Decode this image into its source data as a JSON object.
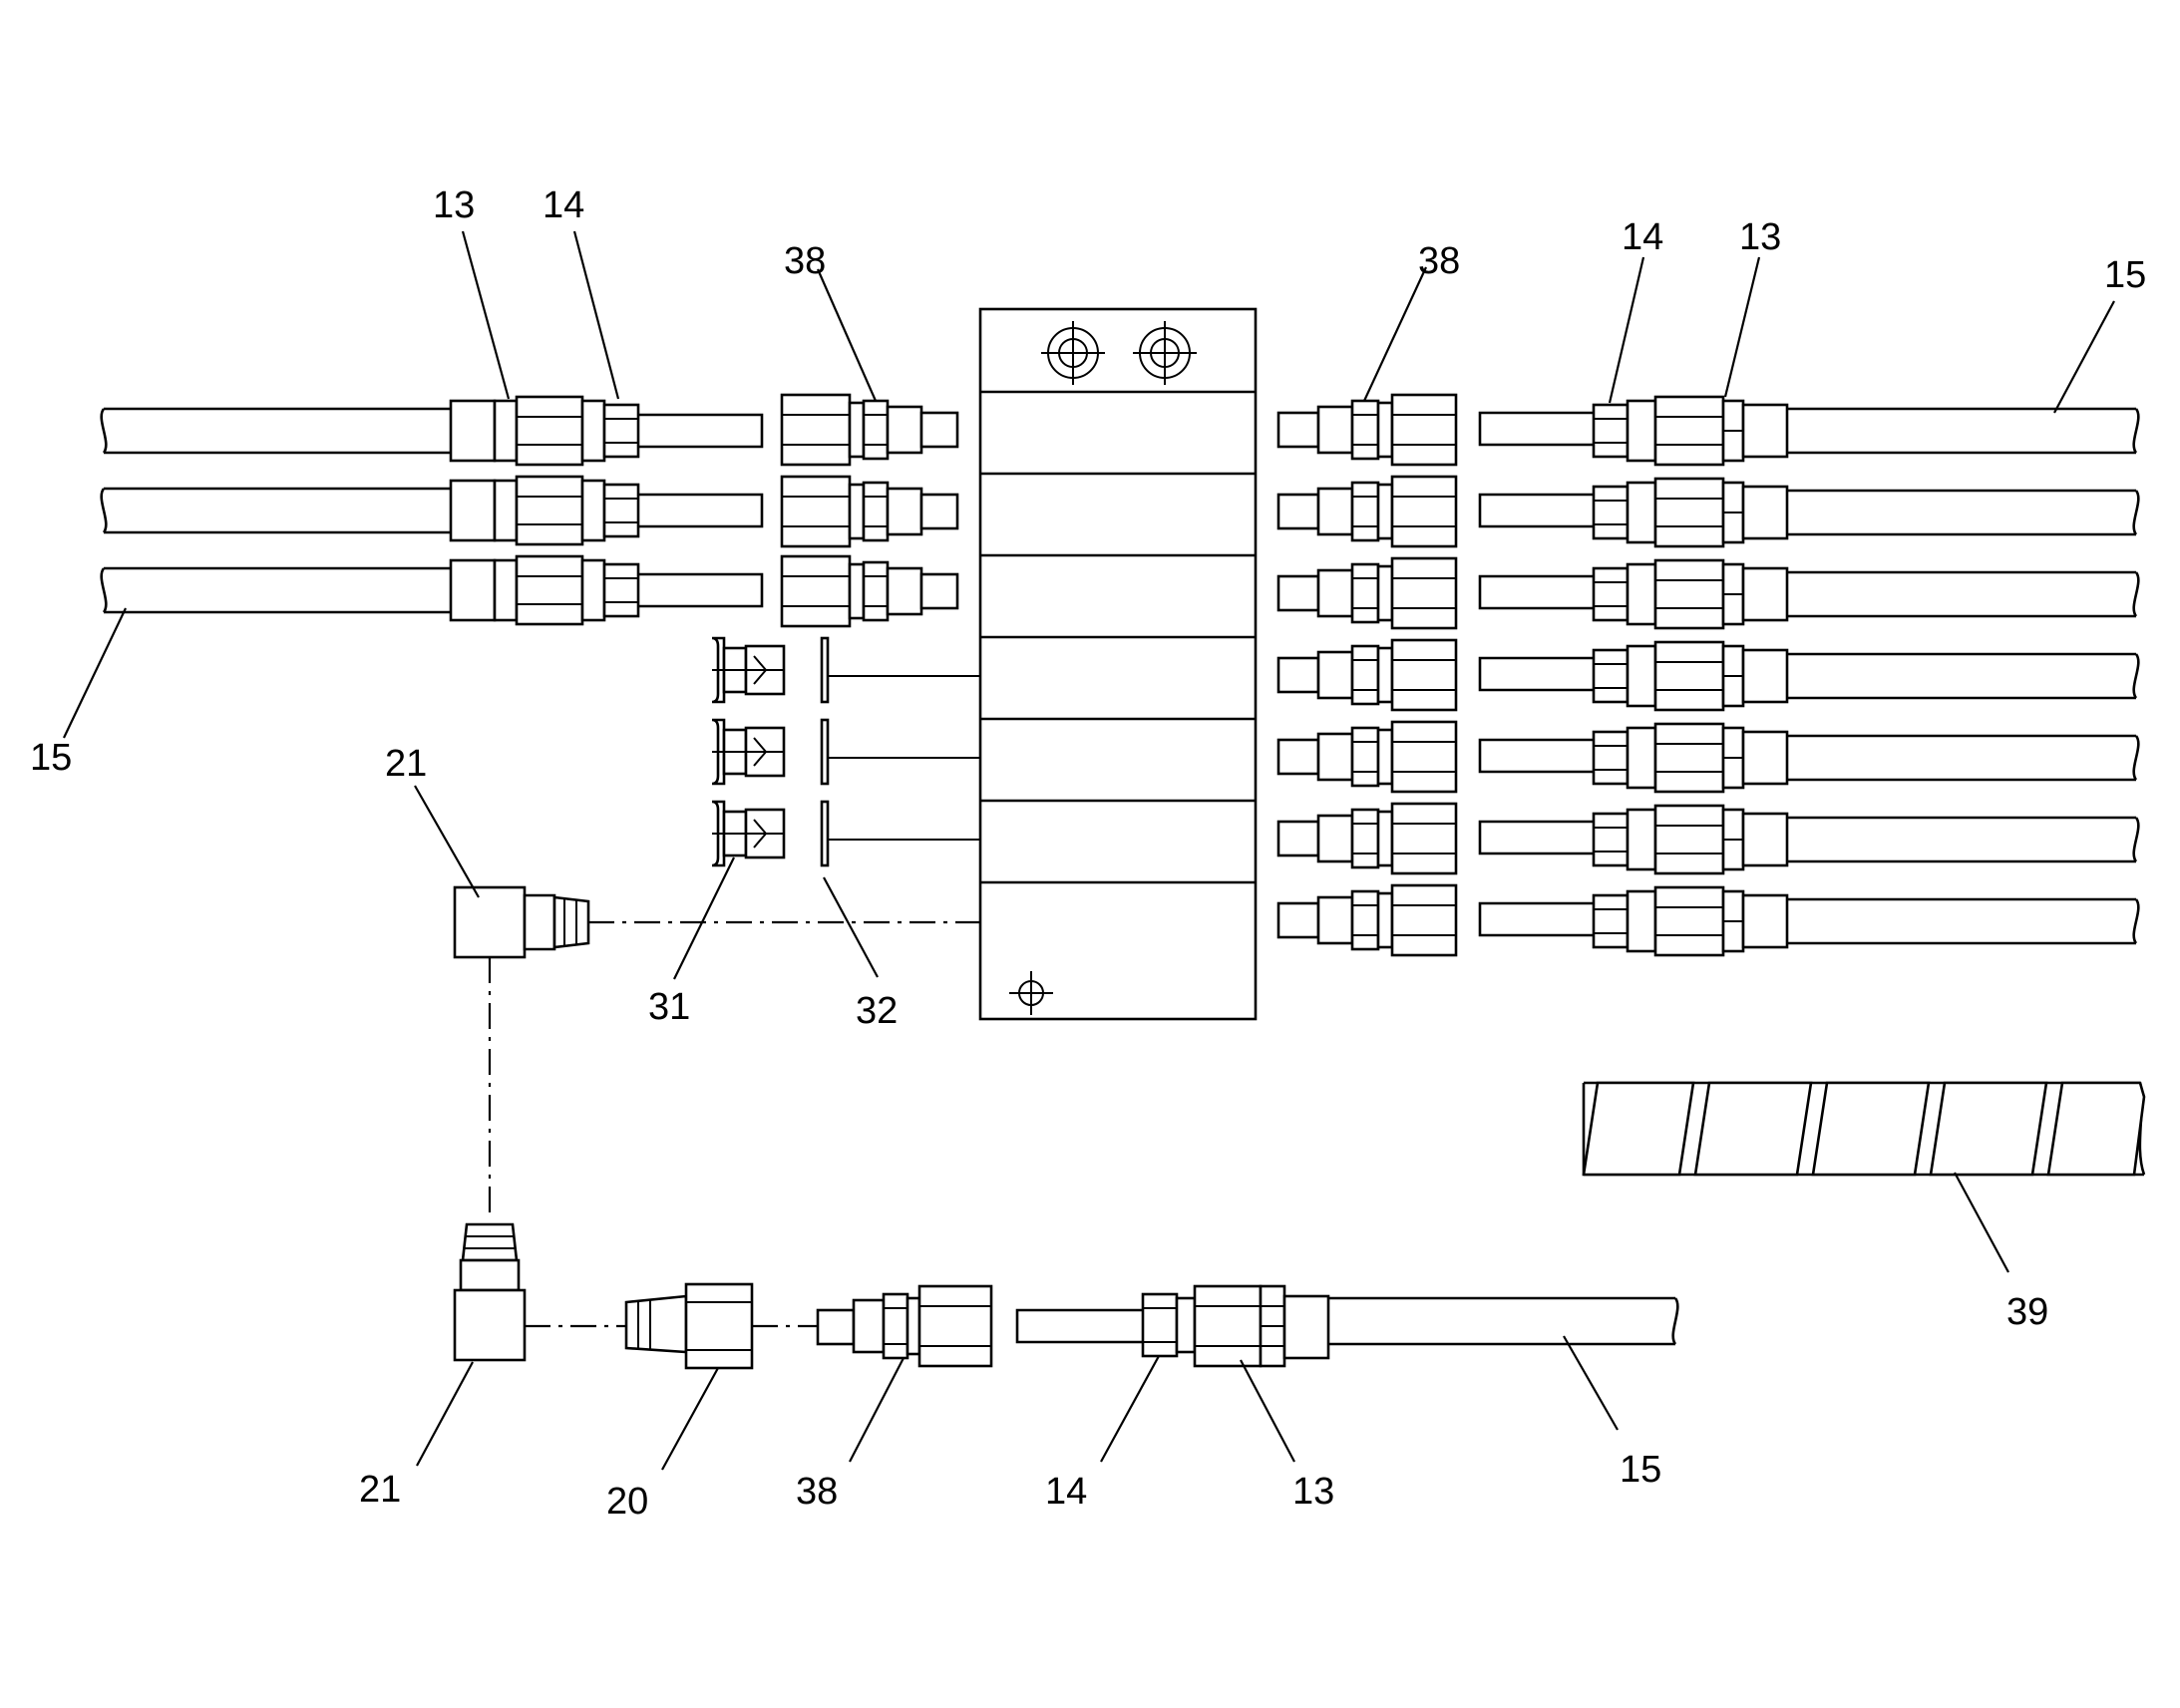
{
  "diagram": {
    "callouts": {
      "c13_tl": "13",
      "c14_tl": "14",
      "c38_tl": "38",
      "c38_tr": "38",
      "c14_tr": "14",
      "c13_tr": "13",
      "c15_tr": "15",
      "c15_l": "15",
      "c21_a": "21",
      "c31": "31",
      "c32": "32",
      "c39": "39",
      "c21_b": "21",
      "c20": "20",
      "c38_b": "38",
      "c14_b": "14",
      "c13_b": "13",
      "c15_b": "15"
    }
  }
}
